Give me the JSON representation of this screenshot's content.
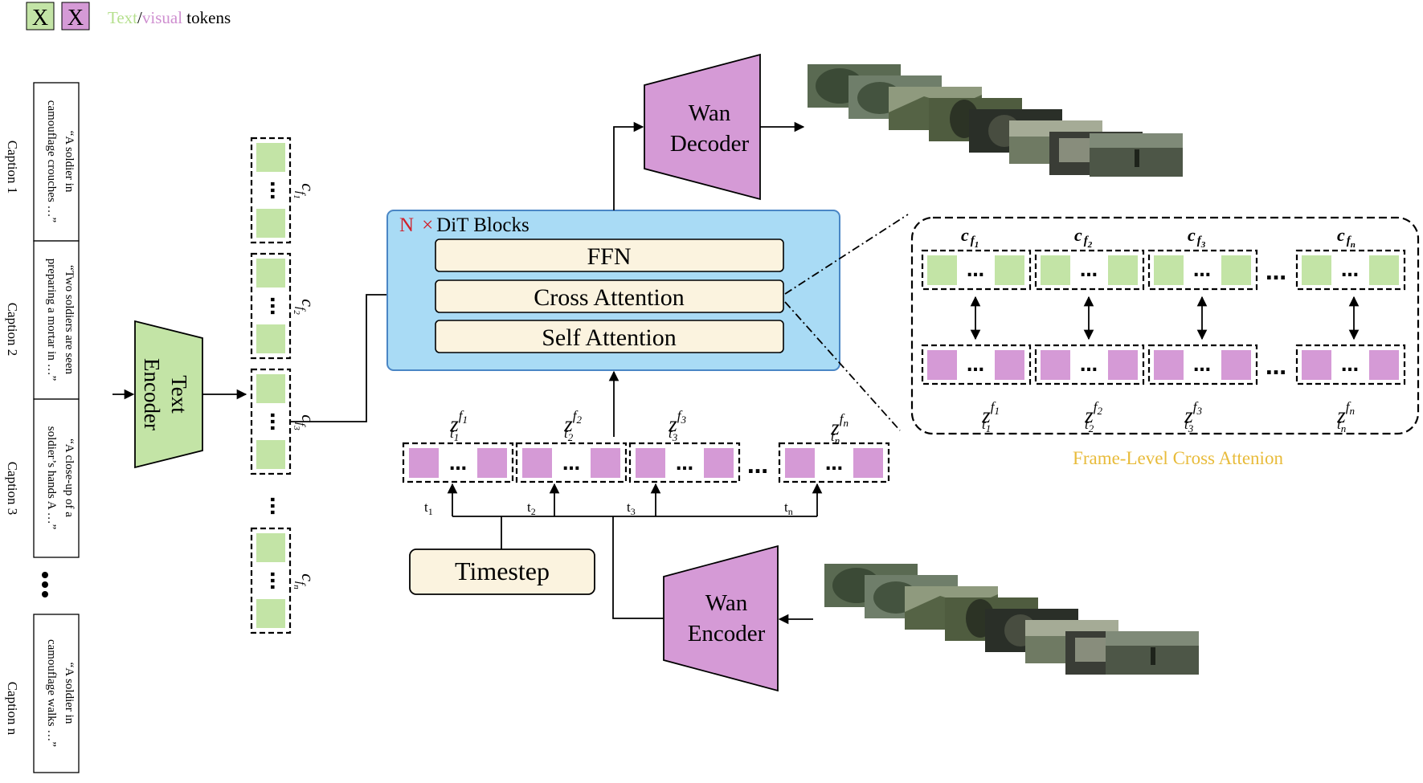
{
  "legend": {
    "text_token_glyph": "X",
    "visual_token_glyph": "X",
    "text_word": "Text",
    "slash": "/",
    "visual_word": "visual",
    "suffix": " tokens"
  },
  "captions": [
    {
      "label": "Caption 1",
      "lines": [
        "“A soldier in",
        "camouflage crouches …”"
      ]
    },
    {
      "label": "Caption 2",
      "lines": [
        "“Two soldiers are seen",
        "preparing a mortar in …”"
      ]
    },
    {
      "label": "Caption 3",
      "lines": [
        "“A close-up of a",
        "soldier’s hands A …”"
      ]
    },
    {
      "label": "Caption n",
      "lines": [
        "“A soldier in",
        "camouflage walks …”"
      ]
    }
  ],
  "text_encoder": {
    "line1": "Text",
    "line2": "Encoder"
  },
  "dots": "…",
  "caption_tokens": [
    {
      "base": "c",
      "sub": "f",
      "subsub": "1"
    },
    {
      "base": "c",
      "sub": "f",
      "subsub": "2"
    },
    {
      "base": "c",
      "sub": "f",
      "subsub": "3"
    },
    {
      "base": "c",
      "sub": "f",
      "subsub": "n"
    }
  ],
  "dit": {
    "n": "N",
    "times": "×",
    "title": "DiT Blocks",
    "ffn": "FFN",
    "cross": "Cross Attention",
    "self": "Self Attention"
  },
  "decoder": {
    "line1": "Wan",
    "line2": "Decoder"
  },
  "encoder": {
    "line1": "Wan",
    "line2": "Encoder"
  },
  "timestep": {
    "label": "Timestep",
    "ticks": [
      {
        "base": "t",
        "sub": "1"
      },
      {
        "base": "t",
        "sub": "2"
      },
      {
        "base": "t",
        "sub": "3"
      },
      {
        "base": "t",
        "sub": "n"
      }
    ]
  },
  "latents": [
    {
      "sup": "f",
      "supsub": "1",
      "sub": "t",
      "subsub": "1"
    },
    {
      "sup": "f",
      "supsub": "2",
      "sub": "t",
      "subsub": "2"
    },
    {
      "sup": "f",
      "supsub": "3",
      "sub": "t",
      "subsub": "3"
    },
    {
      "sup": "f",
      "supsub": "n",
      "sub": "t",
      "subsub": "n"
    }
  ],
  "latent_base": "z",
  "frame_level": {
    "caption": "Frame-Level Cross Attenion"
  },
  "colors": {
    "text_token": "#c3e4a6",
    "visual_token": "#d59ad6",
    "dit_fill": "#a9dbf5",
    "dit_border": "#4a86c5",
    "layer_fill": "#fbf3df",
    "legend_text": "#b6e08f",
    "legend_visual": "#cf8fd0",
    "caption_gold": "#e8bb3a",
    "n_red": "#d0202a"
  }
}
